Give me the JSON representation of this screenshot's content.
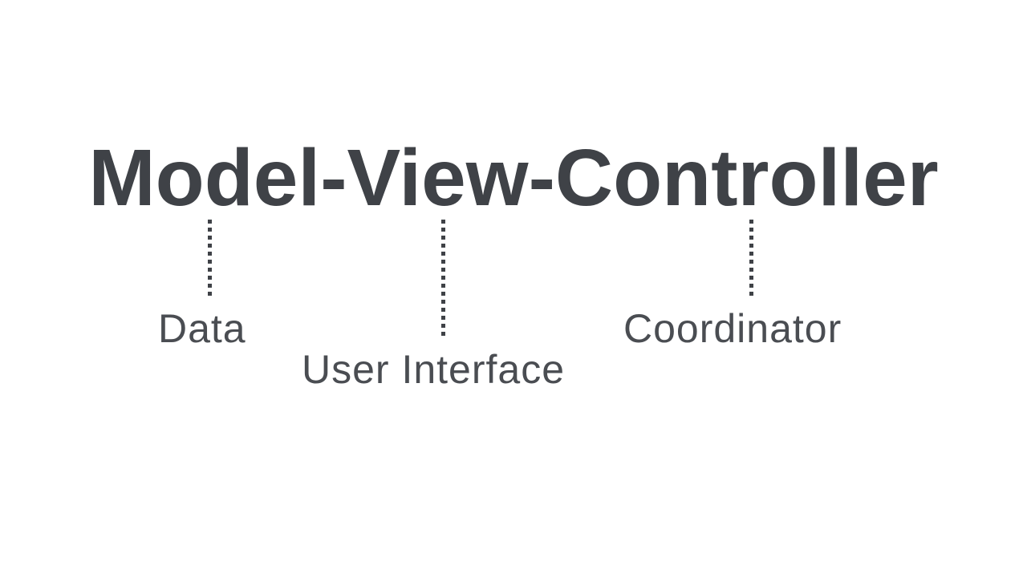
{
  "slide": {
    "title": "Model-View-Controller"
  },
  "annotations": [
    {
      "term": "Model",
      "label": "Data"
    },
    {
      "term": "View",
      "label": "User Interface"
    },
    {
      "term": "Controller",
      "label": "Coordinator"
    }
  ],
  "colors": {
    "background": "#ffffff",
    "title_text": "#3f4247",
    "label_text": "#4a4d52",
    "connector": "#3f4247"
  }
}
